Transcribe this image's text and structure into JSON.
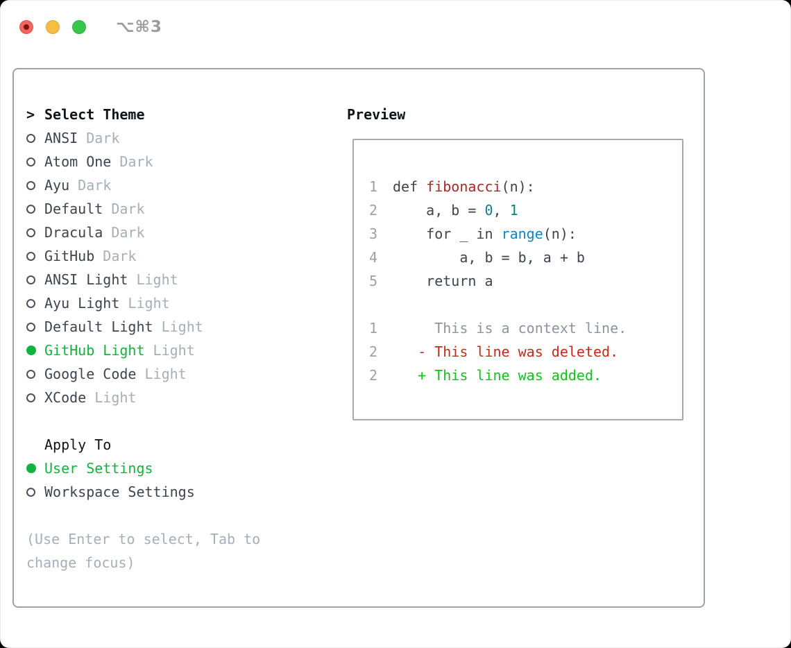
{
  "window": {
    "title": "⌥⌘3"
  },
  "colors": {
    "accent_green": "#0fb33d",
    "added_green": "#0fc31a",
    "deleted_red": "#c42a1c",
    "syntax_title_red": "#aa2727",
    "syntax_number_teal": "#0b7f87",
    "syntax_builtin_blue": "#0e86c3",
    "muted_gray": "#a6aeb8",
    "text_dark": "#3d444d",
    "panel_border_gray": "#9ba2ab",
    "traffic_red": "#f2655d",
    "traffic_yellow": "#f7bd45",
    "traffic_green": "#36c74c"
  },
  "theme_list": {
    "cursor": ">",
    "header": "Select Theme",
    "items": [
      {
        "name": "ANSI",
        "variant": "Dark",
        "selected": false
      },
      {
        "name": "Atom One",
        "variant": "Dark",
        "selected": false
      },
      {
        "name": "Ayu",
        "variant": "Dark",
        "selected": false
      },
      {
        "name": "Default",
        "variant": "Dark",
        "selected": false
      },
      {
        "name": "Dracula",
        "variant": "Dark",
        "selected": false
      },
      {
        "name": "GitHub",
        "variant": "Dark",
        "selected": false
      },
      {
        "name": "ANSI Light",
        "variant": "Light",
        "selected": false
      },
      {
        "name": "Ayu Light",
        "variant": "Light",
        "selected": false
      },
      {
        "name": "Default Light",
        "variant": "Light",
        "selected": false
      },
      {
        "name": "GitHub Light",
        "variant": "Light",
        "selected": true
      },
      {
        "name": "Google Code",
        "variant": "Light",
        "selected": false
      },
      {
        "name": "XCode",
        "variant": "Light",
        "selected": false
      }
    ]
  },
  "apply_to": {
    "header": "Apply To",
    "items": [
      {
        "name": "User Settings",
        "selected": true
      },
      {
        "name": "Workspace Settings",
        "selected": false
      }
    ]
  },
  "hint": "(Use Enter to select, Tab to change focus)",
  "preview": {
    "header": "Preview",
    "lines": [
      {
        "num": "1",
        "kind": "code",
        "segments": [
          [
            "def ",
            "code"
          ],
          [
            "fibonacci",
            "title"
          ],
          [
            "(n):",
            "code"
          ]
        ]
      },
      {
        "num": "2",
        "kind": "code",
        "segments": [
          [
            "    a, b = ",
            "code"
          ],
          [
            "0",
            "number"
          ],
          [
            ", ",
            "code"
          ],
          [
            "1",
            "number"
          ]
        ]
      },
      {
        "num": "3",
        "kind": "code",
        "segments": [
          [
            "    for _ in ",
            "code"
          ],
          [
            "range",
            "builtin"
          ],
          [
            "(n):",
            "code"
          ]
        ]
      },
      {
        "num": "4",
        "kind": "code",
        "segments": [
          [
            "        a, b = b, a + b",
            "code"
          ]
        ]
      },
      {
        "num": "5",
        "kind": "code",
        "segments": [
          [
            "    return a",
            "code"
          ]
        ]
      },
      {
        "num": "",
        "kind": "blank",
        "segments": []
      },
      {
        "num": "1",
        "kind": "context",
        "segments": [
          [
            "     This is a context line.",
            "context"
          ]
        ]
      },
      {
        "num": "2",
        "kind": "deleted",
        "segments": [
          [
            "   - This line was deleted.",
            "deleted"
          ]
        ]
      },
      {
        "num": "2",
        "kind": "added",
        "segments": [
          [
            "   + This line was added.",
            "added"
          ]
        ]
      }
    ]
  }
}
